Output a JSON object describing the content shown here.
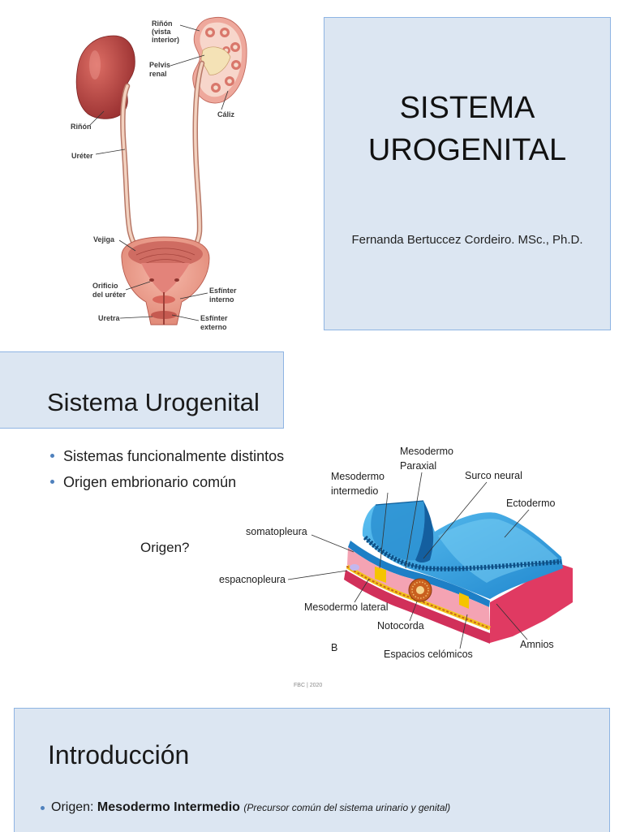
{
  "colors": {
    "slide_fill": "#dce6f2",
    "slide_border": "#8eb4e3",
    "bullet": "#4f81bd"
  },
  "slide1": {
    "figure": {
      "labels": {
        "rinon_vista_interior": [
          "Riñón",
          "(vista",
          "interior)"
        ],
        "pelvis_renal": [
          "Pelvis",
          "renal"
        ],
        "caliz": [
          "Cáliz"
        ],
        "rinon": [
          "Riñón"
        ],
        "ureter": [
          "Uréter"
        ],
        "vejiga": [
          "Vejiga"
        ],
        "orificio_ureter": [
          "Orificio",
          "del uréter"
        ],
        "esfinter_interno": [
          "Esfínter",
          "interno"
        ],
        "uretra": [
          "Uretra"
        ],
        "esfinter_externo": [
          "Esfínter",
          "externo"
        ]
      }
    },
    "title_lines": [
      "SISTEMA",
      "UROGENITAL"
    ],
    "author": "Fernanda Bertuccez Cordeiro. MSc., Ph.D."
  },
  "slide2": {
    "title": "Sistema Urogenital",
    "bullets": [
      "Sistemas funcionalmente distintos",
      "Origen embrionario común"
    ],
    "question": "Origen?",
    "figure": {
      "labels": {
        "mesodermo_paraxial": [
          "Mesodermo",
          "Paraxial"
        ],
        "mesodermo_intermedio": [
          "Mesodermo",
          "intermedio"
        ],
        "surco_neural": [
          "Surco neural"
        ],
        "ectodermo": [
          "Ectodermo"
        ],
        "somatopleura": [
          "somatopleura"
        ],
        "espacnopleura": [
          "espacnopleura"
        ],
        "mesodermo_lateral": [
          "Mesodermo lateral"
        ],
        "notocorda": [
          "Notocorda"
        ],
        "amnios": [
          "Amnios"
        ],
        "espacios_celomicos": [
          "Espacios celómicos"
        ]
      },
      "panel_letter": "B"
    },
    "footer": "FBC | 2020"
  },
  "slide3": {
    "title": "Introducción",
    "bullet": {
      "prefix": "Origen: ",
      "bold": "Mesodermo Intermedio",
      "italic": "(Precursor común del sistema urinario y genital)"
    }
  }
}
